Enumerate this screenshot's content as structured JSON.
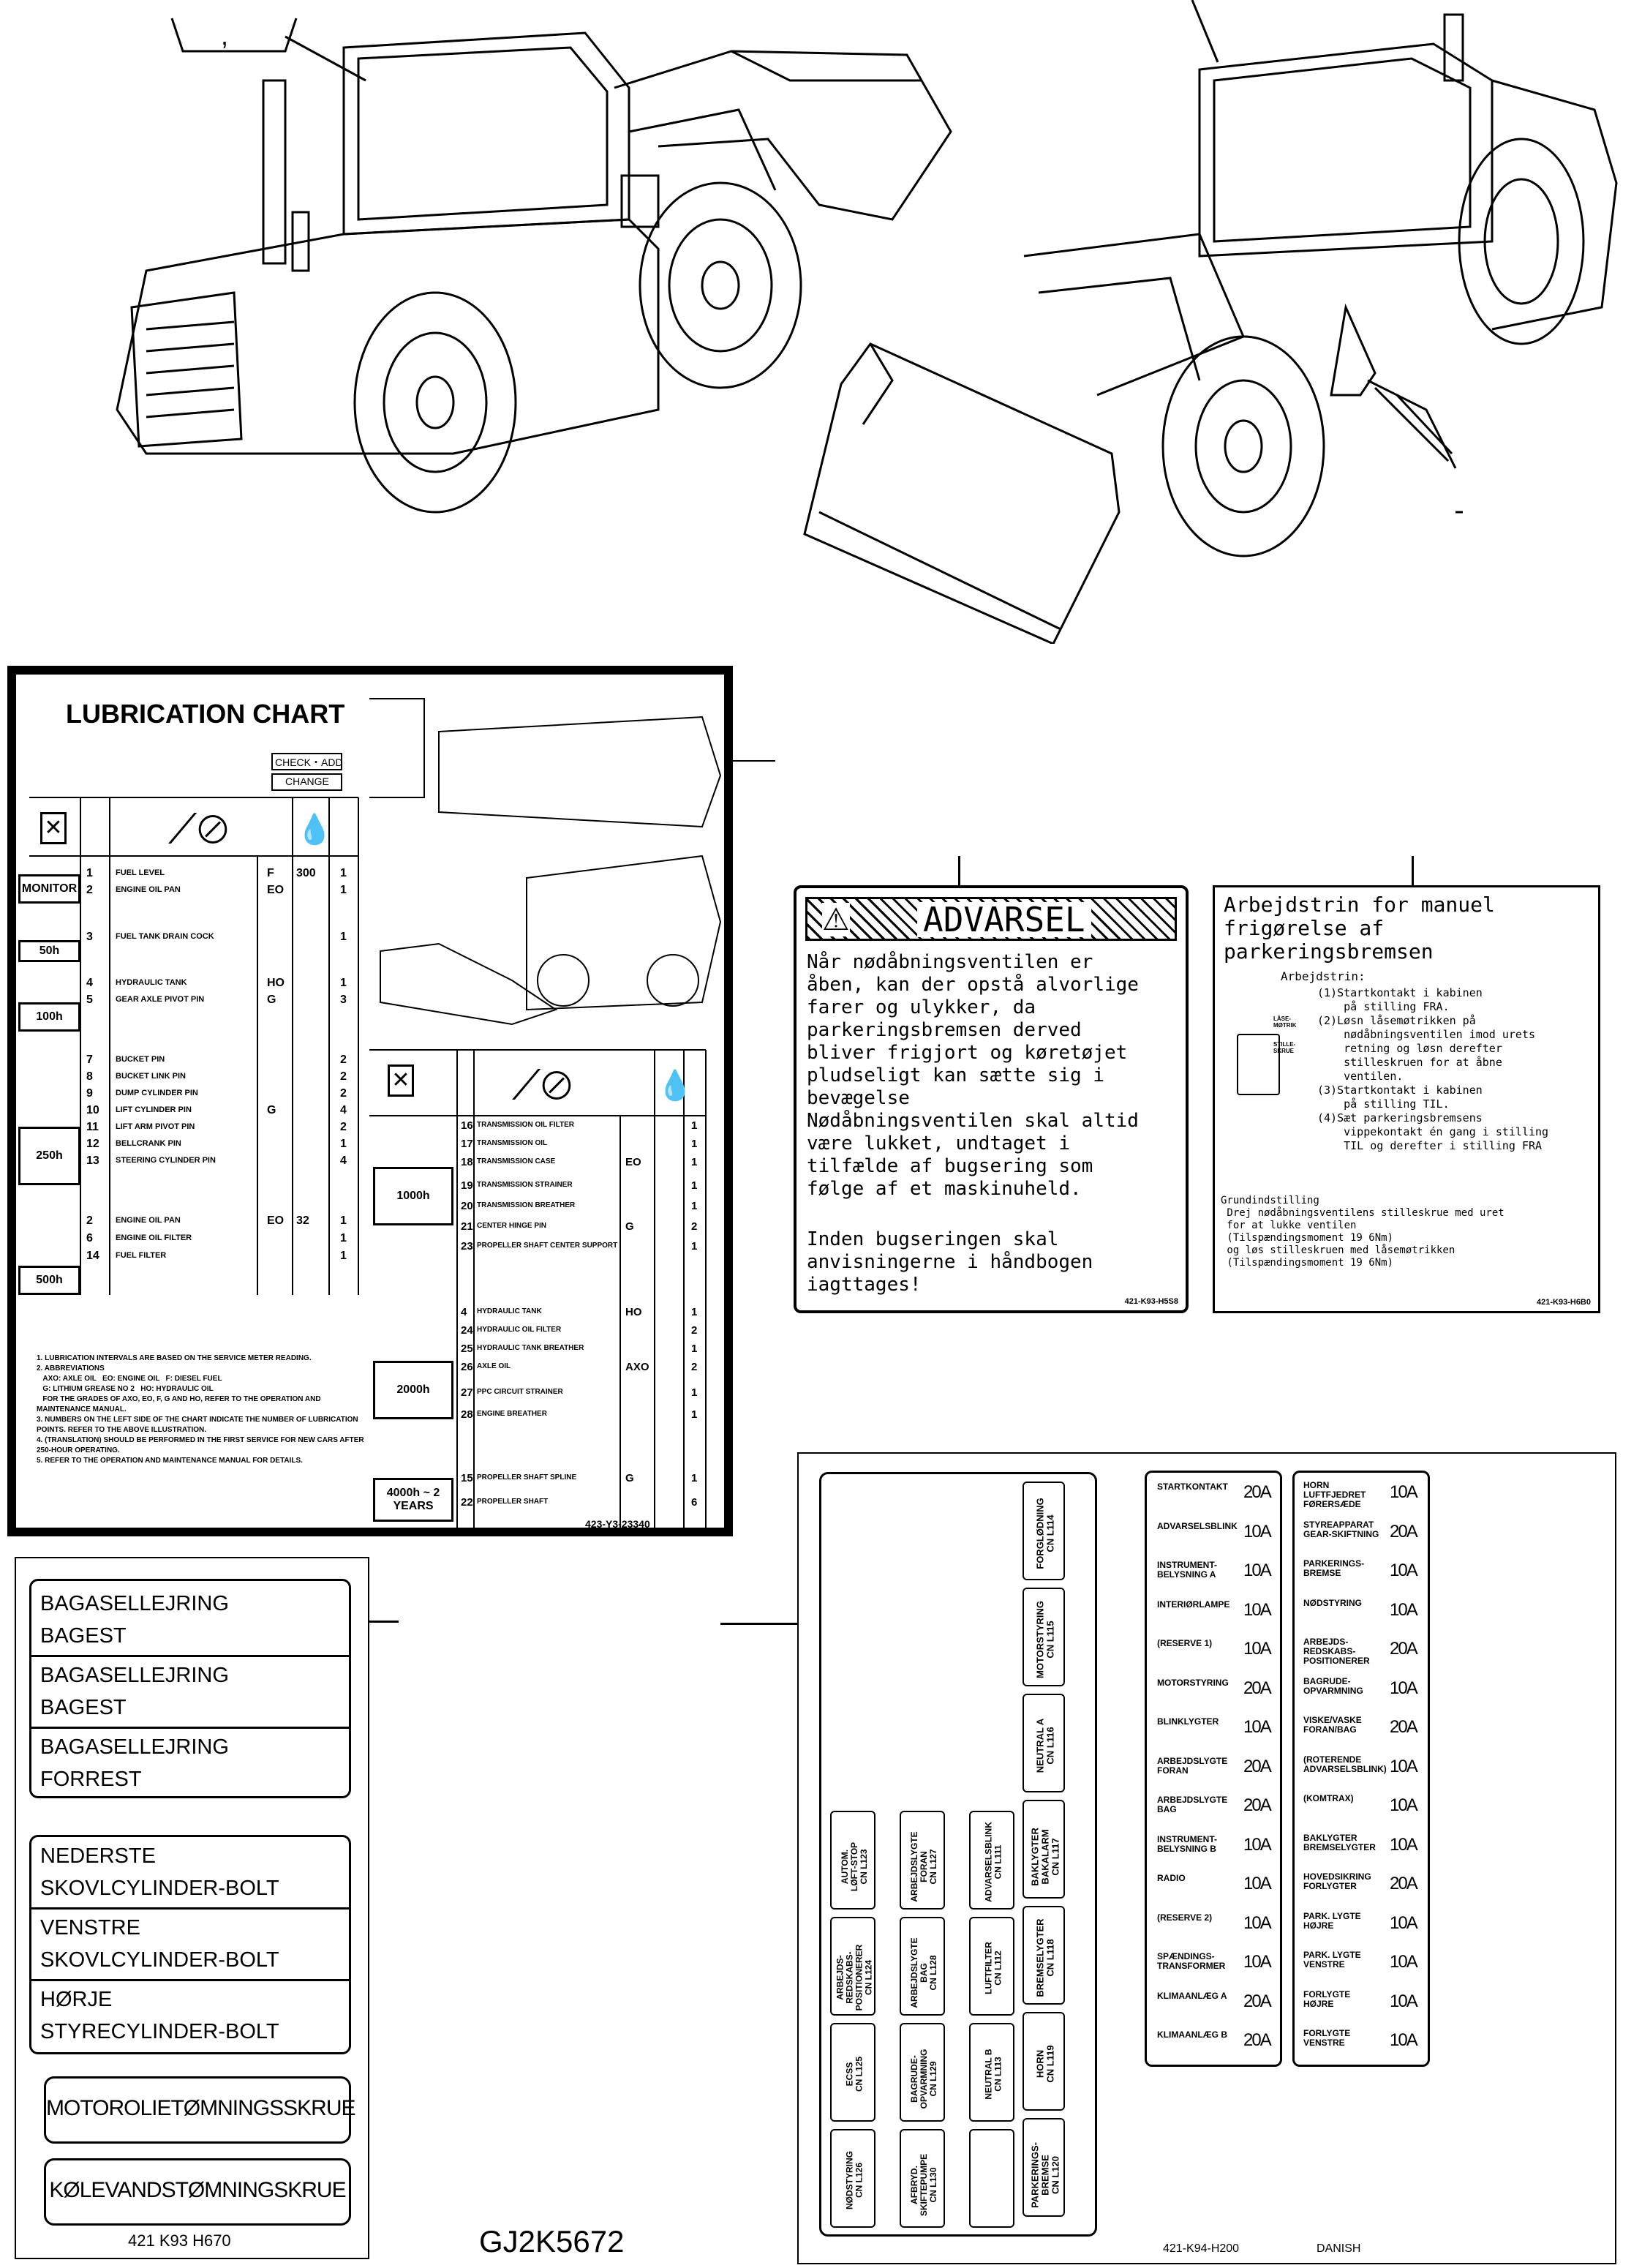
{
  "top_marker": ",",
  "lube": {
    "title": "LUBRICATION CHART",
    "check": "CHECK・ADD",
    "change": "CHANGE",
    "rows_a": [
      {
        "code": "1",
        "name": "FUEL LEVEL",
        "oil": "F",
        "qty": "300",
        "n": "1"
      },
      {
        "code": "2",
        "name": "ENGINE OIL PAN",
        "oil": "EO",
        "qty": "",
        "n": "1"
      },
      {
        "code": "3",
        "name": "FUEL TANK DRAIN COCK",
        "oil": "",
        "qty": "",
        "n": "1"
      },
      {
        "code": "4",
        "name": "HYDRAULIC TANK",
        "oil": "HO",
        "qty": "",
        "n": "1"
      },
      {
        "code": "5",
        "name": "GEAR AXLE PIVOT PIN",
        "oil": "G",
        "qty": "",
        "n": "3"
      },
      {
        "code": "7",
        "name": "BUCKET PIN",
        "oil": "",
        "qty": "",
        "n": "2"
      },
      {
        "code": "8",
        "name": "BUCKET LINK PIN",
        "oil": "",
        "qty": "",
        "n": "2"
      },
      {
        "code": "9",
        "name": "DUMP CYLINDER PIN",
        "oil": "",
        "qty": "",
        "n": "2"
      },
      {
        "code": "10",
        "name": "LIFT CYLINDER PIN",
        "oil": "G",
        "qty": "",
        "n": "4"
      },
      {
        "code": "11",
        "name": "LIFT ARM PIVOT PIN",
        "oil": "",
        "qty": "",
        "n": "2"
      },
      {
        "code": "12",
        "name": "BELLCRANK PIN",
        "oil": "",
        "qty": "",
        "n": "1"
      },
      {
        "code": "13",
        "name": "STEERING CYLINDER PIN",
        "oil": "",
        "qty": "",
        "n": "4"
      },
      {
        "code": "2",
        "name": "ENGINE OIL PAN",
        "oil": "EO",
        "qty": "32",
        "n": "1"
      },
      {
        "code": "6",
        "name": "ENGINE OIL FILTER",
        "oil": "",
        "qty": "",
        "n": "1"
      },
      {
        "code": "14",
        "name": "FUEL FILTER",
        "oil": "",
        "qty": "",
        "n": "1"
      }
    ],
    "arrows_a": [
      "MONITOR",
      "50h",
      "100h",
      "250h",
      "500h"
    ],
    "rows_b": [
      {
        "code": "16",
        "name": "TRANSMISSION OIL FILTER",
        "oil": "",
        "n": "1"
      },
      {
        "code": "17",
        "name": "TRANSMISSION OIL",
        "oil": "",
        "n": "1"
      },
      {
        "code": "18",
        "name": "TRANSMISSION CASE",
        "oil": "EO",
        "n": "1"
      },
      {
        "code": "19",
        "name": "TRANSMISSION STRAINER",
        "oil": "",
        "n": "1"
      },
      {
        "code": "20",
        "name": "TRANSMISSION BREATHER",
        "oil": "",
        "n": "1"
      },
      {
        "code": "21",
        "name": "CENTER HINGE PIN",
        "oil": "G",
        "n": "2"
      },
      {
        "code": "23",
        "name": "PROPELLER SHAFT CENTER SUPPORT",
        "oil": "",
        "n": "1"
      },
      {
        "code": "4",
        "name": "HYDRAULIC TANK",
        "oil": "HO",
        "n": "1"
      },
      {
        "code": "24",
        "name": "HYDRAULIC OIL FILTER",
        "oil": "",
        "n": "2"
      },
      {
        "code": "25",
        "name": "HYDRAULIC TANK BREATHER",
        "oil": "",
        "n": "1"
      },
      {
        "code": "26",
        "name": "AXLE OIL",
        "oil": "AXO",
        "n": "2"
      },
      {
        "code": "27",
        "name": "PPC CIRCUIT STRAINER",
        "oil": "",
        "n": "1"
      },
      {
        "code": "28",
        "name": "ENGINE BREATHER",
        "oil": "",
        "n": "1"
      },
      {
        "code": "15",
        "name": "PROPELLER SHAFT SPLINE",
        "oil": "G",
        "n": "1"
      },
      {
        "code": "22",
        "name": "PROPELLER SHAFT",
        "oil": "",
        "n": "6"
      }
    ],
    "arrows_b": [
      "1000h",
      "2000h",
      "4000h ~ 2 YEARS"
    ],
    "notes": "1. LUBRICATION INTERVALS ARE BASED ON THE SERVICE METER READING.\n2. ABBREVIATIONS\n   AXO: AXLE OIL   EO: ENGINE OIL   F: DIESEL FUEL\n   G: LITHIUM GREASE NO 2   HO: HYDRAULIC OIL\n   FOR THE GRADES OF AXO, EO, F, G AND HO, REFER TO THE OPERATION AND MAINTENANCE MANUAL.\n3. NUMBERS ON THE LEFT SIDE OF THE CHART INDICATE THE NUMBER OF LUBRICATION POINTS. REFER TO THE ABOVE ILLUSTRATION.\n4. (TRANSLATION) SHOULD BE PERFORMED IN THE FIRST SERVICE FOR NEW CARS AFTER 250-HOUR OPERATING.\n5. REFER TO THE OPERATION AND MAINTENANCE MANUAL FOR DETAILS.",
    "partno": "423-Y3-23340"
  },
  "advarsel": {
    "heading": "ADVARSEL",
    "body": "Når nødåbningsventilen er\nåben, kan der opstå alvorlige\nfarer og ulykker, da\nparkeringsbremsen derved\nbliver frigjort og køretøjet\npludseligt kan sætte sig i\nbevægelse\nNødåbningsventilen skal altid\nvære lukket, undtaget i\ntilfælde af bugsering som\nfølge af et maskinuheld.",
    "body2": "Inden bugseringen skal\nanvisningerne i håndbogen\niagttages!",
    "partno": "421-K93-H5S8"
  },
  "arbejd": {
    "title": "Arbejdstrin for manuel\nfrigørelse af\nparkeringsbremsen",
    "sub": "Arbejdstrin:",
    "steps": "(1)Startkontakt i kabinen\n    på stilling FRA.\n(2)Løsn låsemøtrikken på\n    nødåbningsventilen imod urets\n    retning og løsn derefter\n    stilleskruen for at åbne\n    ventilen.\n(3)Startkontakt i kabinen\n    på stilling TIL.\n(4)Sæt parkeringsbremsens\n    vippekontakt én gang i stilling\n    TIL og derefter i stilling FRA",
    "fig1": "LÅSE-\nMØTRIK",
    "fig2": "STILLE-\nSKRUE",
    "grund": "Grundindstilling\n Drej nødåbningsventilens stilleskrue med uret\n for at lukke ventilen\n (Tilspændingsmoment 19 6Nm)\n og løs stilleskruen med låsemøtrikken\n (Tilspændingsmoment 19 6Nm)",
    "partno": "421-K93-H6B0"
  },
  "labels": {
    "group1": [
      "BAGASELLEJRING\nBAGEST",
      "BAGASELLEJRING\nBAGEST",
      "BAGASELLEJRING\nFORREST"
    ],
    "group2": [
      "NEDERSTE\nSKOVLCYLINDER-BOLT",
      "VENSTRE\nSKOVLCYLINDER-BOLT",
      "HØRJE\nSTYRECYLINDER-BOLT"
    ],
    "big1": "MOTOROLIETØMNINGSSKRUE",
    "big2": "KØLEVANDSTØMNINGSKRUE",
    "partno": "421 K93 H670"
  },
  "figure_id": "GJ2K5672",
  "fuse": {
    "relays_right": [
      "FORGLØDNING\nCN L114",
      "MOTORSTYRING\nCN L115",
      "NEUTRAL A\nCN L116",
      "BAKLYGTER\nBAKALARM\nCN L117",
      "BREMSELYGTER\nCN L118",
      "HORN\nCN L119",
      "PARKERINGS-\nBREMSE\nCN L120"
    ],
    "relays_grid": [
      [
        "AUTOM.\nLØFT-STOP\nCN L123",
        "ARBEJDSLYGTE\nFORAN\nCN L127",
        "ADVARSELSBLINK\nCN L111"
      ],
      [
        "ARBEJDS-\nREDSKABS-\nPOSITIONERER\nCN L124",
        "ARBEJDSLYGTE\nBAG\nCN L128",
        "LUFTFILTER\nCN L112"
      ],
      [
        "ECSS\nCN L125",
        "BAGRUDE-\nOPVARMNING\nCN L129",
        "NEUTRAL B\nCN L113"
      ],
      [
        "NØDSTYRING\nCN L126",
        "AFBRYD.\nSKIFTEPUMPE\nCN L130",
        ""
      ]
    ],
    "fuses_left": [
      {
        "name": "STARTKONTAKT",
        "amp": "20A"
      },
      {
        "name": "ADVARSELSBLINK",
        "amp": "10A"
      },
      {
        "name": "INSTRUMENT-\nBELYSNING A",
        "amp": "10A"
      },
      {
        "name": "INTERIØRLAMPE",
        "amp": "10A"
      },
      {
        "name": "(RESERVE 1)",
        "amp": "10A"
      },
      {
        "name": "MOTORSTYRING",
        "amp": "20A"
      },
      {
        "name": "BLINKLYGTER",
        "amp": "10A"
      },
      {
        "name": "ARBEJDSLYGTE\nFORAN",
        "amp": "20A"
      },
      {
        "name": "ARBEJDSLYGTE\nBAG",
        "amp": "20A"
      },
      {
        "name": "INSTRUMENT-\nBELYSNING B",
        "amp": "10A"
      },
      {
        "name": "RADIO",
        "amp": "10A"
      },
      {
        "name": "(RESERVE 2)",
        "amp": "10A"
      },
      {
        "name": "SPÆNDINGS-\nTRANSFORMER",
        "amp": "10A"
      },
      {
        "name": "KLIMAANLÆG A",
        "amp": "20A"
      },
      {
        "name": "KLIMAANLÆG B",
        "amp": "20A"
      }
    ],
    "fuses_right": [
      {
        "name": "HORN\nLUFTFJEDRET\nFØRERSÆDE",
        "amp": "10A"
      },
      {
        "name": "STYREAPPARAT\nGEAR-SKIFTNING",
        "amp": "20A"
      },
      {
        "name": "PARKERINGS-\nBREMSE",
        "amp": "10A"
      },
      {
        "name": "NØDSTYRING",
        "amp": "10A"
      },
      {
        "name": "ARBEJDS-\nREDSKABS-\nPOSITIONERER",
        "amp": "20A"
      },
      {
        "name": "BAGRUDE-\nOPVARMNING",
        "amp": "10A"
      },
      {
        "name": "VISKE/VASKE\nFORAN/BAG",
        "amp": "20A"
      },
      {
        "name": "(ROTERENDE\nADVARSELSBLINK)",
        "amp": "10A"
      },
      {
        "name": "(KOMTRAX)",
        "amp": "10A"
      },
      {
        "name": "BAKLYGTER\nBREMSELYGTER",
        "amp": "10A"
      },
      {
        "name": "HOVEDSIKRING\nFORLYGTER",
        "amp": "20A"
      },
      {
        "name": "PARK. LYGTE\nHØJRE",
        "amp": "10A"
      },
      {
        "name": "PARK. LYGTE\nVENSTRE",
        "amp": "10A"
      },
      {
        "name": "FORLYGTE\nHØJRE",
        "amp": "10A"
      },
      {
        "name": "FORLYGTE\nVENSTRE",
        "amp": "10A"
      }
    ],
    "partno": "421-K94-H200",
    "lang": "DANISH"
  }
}
